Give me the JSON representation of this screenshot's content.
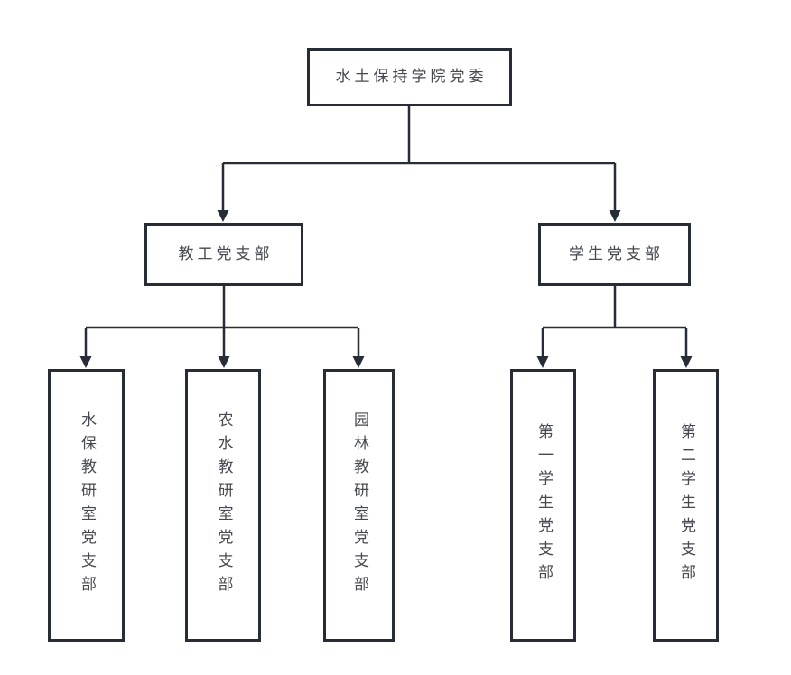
{
  "diagram": {
    "type": "org-chart",
    "direction": "top-down",
    "nodes": {
      "root": {
        "id": "root",
        "label": "水土保持学院党委",
        "orientation": "horizontal"
      },
      "faculty": {
        "id": "faculty",
        "label": "教工党支部",
        "orientation": "horizontal"
      },
      "student": {
        "id": "student",
        "label": "学生党支部",
        "orientation": "horizontal"
      },
      "branches": [
        {
          "id": "b0",
          "label": "水保教研室党支部",
          "orientation": "vertical",
          "parent": "faculty"
        },
        {
          "id": "b1",
          "label": "农水教研室党支部",
          "orientation": "vertical",
          "parent": "faculty"
        },
        {
          "id": "b2",
          "label": "园林教研室党支部",
          "orientation": "vertical",
          "parent": "faculty"
        },
        {
          "id": "b3",
          "label": "第一学生党支部",
          "orientation": "vertical",
          "parent": "student"
        },
        {
          "id": "b4",
          "label": "第二学生党支部",
          "orientation": "vertical",
          "parent": "student"
        }
      ]
    },
    "edges": [
      {
        "from": "root",
        "to": "faculty",
        "arrow": "end"
      },
      {
        "from": "root",
        "to": "student",
        "arrow": "end"
      },
      {
        "from": "faculty",
        "to": "b0",
        "arrow": "end"
      },
      {
        "from": "faculty",
        "to": "b1",
        "arrow": "end"
      },
      {
        "from": "faculty",
        "to": "b2",
        "arrow": "end"
      },
      {
        "from": "student",
        "to": "b3",
        "arrow": "end"
      },
      {
        "from": "student",
        "to": "b4",
        "arrow": "end"
      }
    ],
    "colors": {
      "background": "#ffffff",
      "box_fill": "#ffffff",
      "box_border": "#272d37",
      "line": "#272d37",
      "text": "#46494f"
    }
  }
}
